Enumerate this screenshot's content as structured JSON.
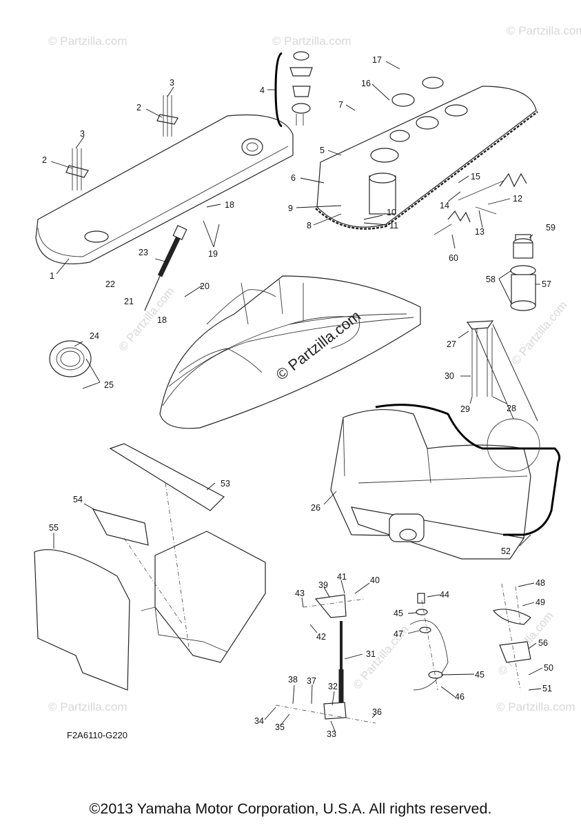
{
  "watermark": "© Partzilla.com",
  "drawing_code": "F2A6110-G220",
  "copyright": "©2013 Yamaha Motor Corporation, U.S.A. All rights reserved.",
  "callouts": [
    "1",
    "2",
    "3",
    "4",
    "5",
    "6",
    "7",
    "8",
    "9",
    "10",
    "11",
    "12",
    "13",
    "14",
    "15",
    "16",
    "17",
    "18",
    "19",
    "20",
    "21",
    "22",
    "23",
    "24",
    "25",
    "26",
    "27",
    "28",
    "29",
    "30",
    "31",
    "32",
    "33",
    "34",
    "35",
    "36",
    "37",
    "38",
    "39",
    "40",
    "41",
    "42",
    "43",
    "44",
    "45",
    "46",
    "47",
    "48",
    "49",
    "50",
    "51",
    "52",
    "53",
    "54",
    "55",
    "56",
    "57",
    "58",
    "59",
    "60"
  ]
}
